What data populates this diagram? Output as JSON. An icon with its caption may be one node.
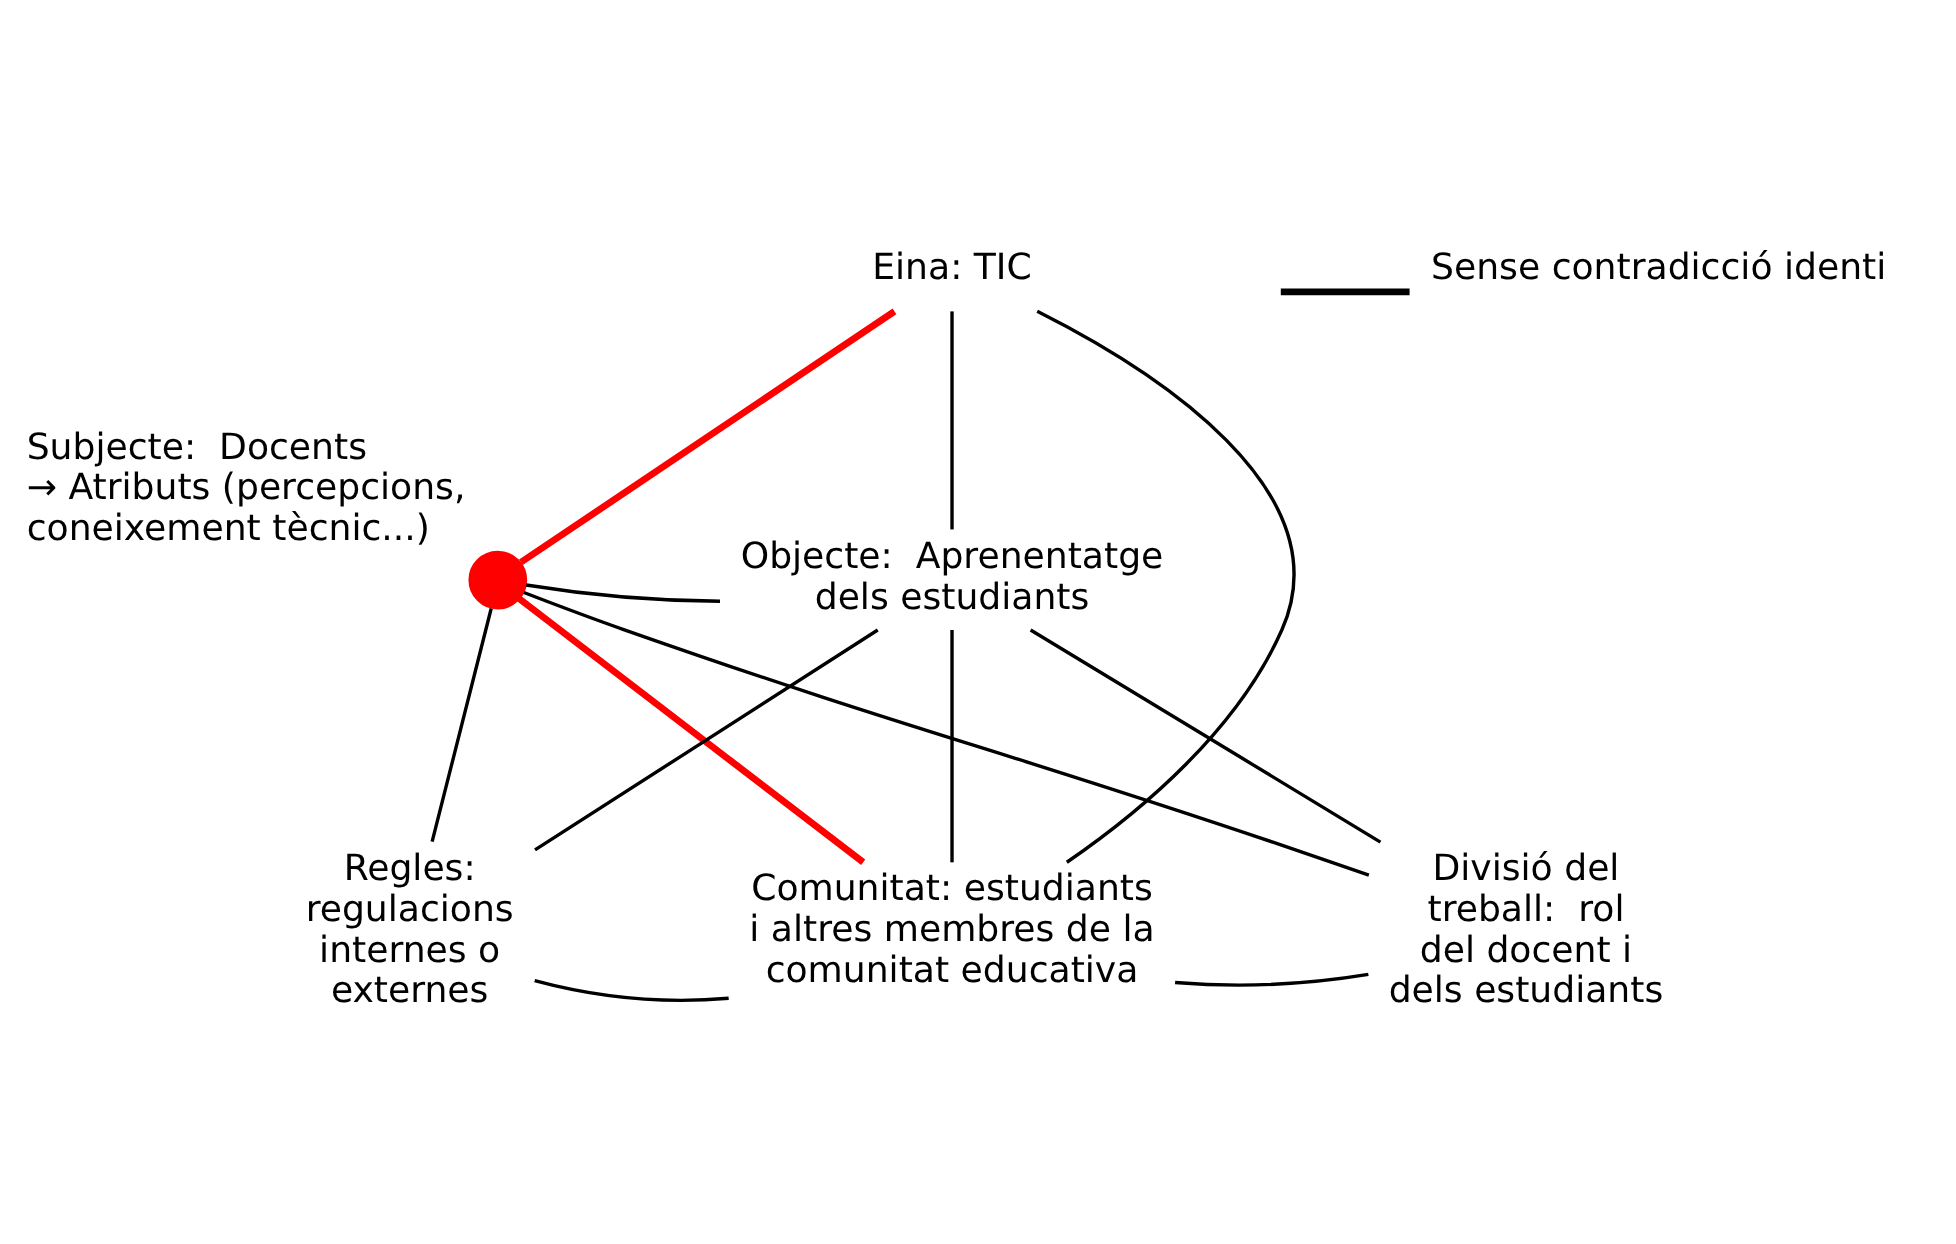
{
  "diagram": {
    "nodes": [
      {
        "text": [
          "Eina: TIC"
        ]
      },
      {
        "text": [],
        "shape": "circle",
        "beside": [
          "Subjecte:  Docents",
          "→ Atributs (percepcions, coneixement tècnic...)"
        ]
      },
      {
        "text": [
          "Objecte:  Aprenentatge dels estudiants"
        ]
      },
      {
        "text": [
          "Regles: regulacions internes o externes"
        ]
      },
      {
        "text": [
          "Comunitat: estudiants i altres membres de la comunitat educativa"
        ]
      },
      {
        "text": [
          "Divisió del treball:  rol del docent i dels estudiants"
        ]
      }
    ],
    "edges": [
      {
        "from": 0,
        "to": 1,
        "arrow": "none",
        "style": "thick",
        "color": "#ff0000"
      },
      {
        "from": 0,
        "to": 2,
        "arrow": "none"
      },
      {
        "from": 0,
        "to": 4,
        "arrow": "none"
      },
      {
        "from": 1,
        "to": 2,
        "arrow": "none"
      },
      {
        "from": 1,
        "to": 3,
        "arrow": "none"
      },
      {
        "from": 1,
        "to": 4,
        "arrow": "none",
        "style": "thick",
        "color": "#ff0000"
      },
      {
        "from": 1,
        "to": 5,
        "arrow": "none"
      },
      {
        "from": 2,
        "to": 5,
        "arrow": "none"
      },
      {
        "from": 2,
        "to": 4,
        "arrow": "none"
      },
      {
        "from": 2,
        "to": 3,
        "arrow": "none"
      },
      {
        "from": 3,
        "to": 4,
        "arrow": "none"
      },
      {
        "from": 4,
        "to": 5,
        "arrow": "none"
      }
    ],
    "legend": [
      {
        "text": "Sense contradicció identi"
      }
    ]
  }
}
